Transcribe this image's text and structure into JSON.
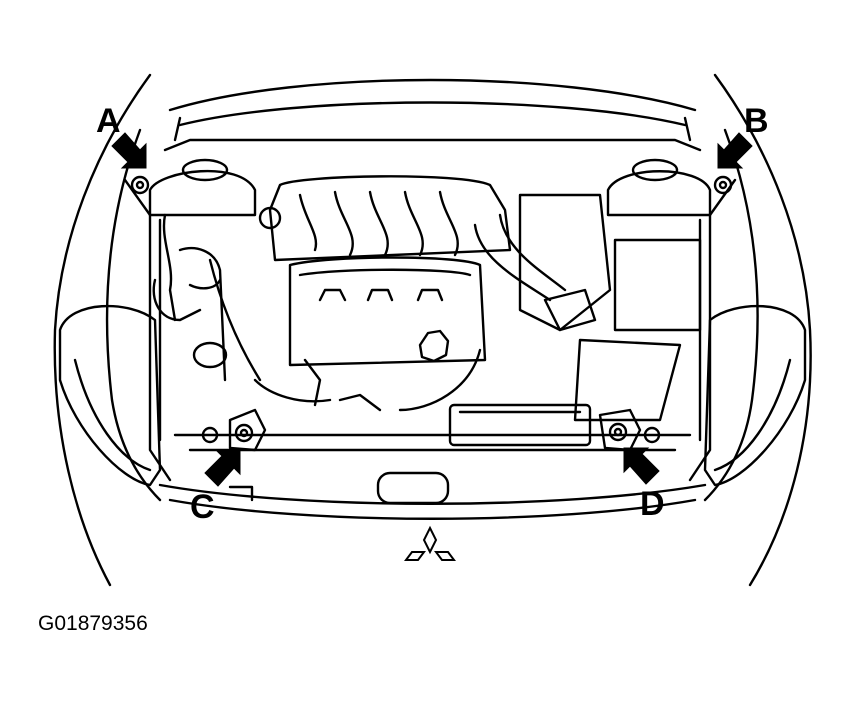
{
  "diagram": {
    "callouts": [
      {
        "id": "a",
        "label": "A"
      },
      {
        "id": "b",
        "label": "B"
      },
      {
        "id": "c",
        "label": "C"
      },
      {
        "id": "d",
        "label": "D"
      }
    ],
    "figure_id": "G01879356",
    "line_color": "#000000",
    "background": "#ffffff",
    "logo": "mitsubishi-three-diamond-logo"
  }
}
